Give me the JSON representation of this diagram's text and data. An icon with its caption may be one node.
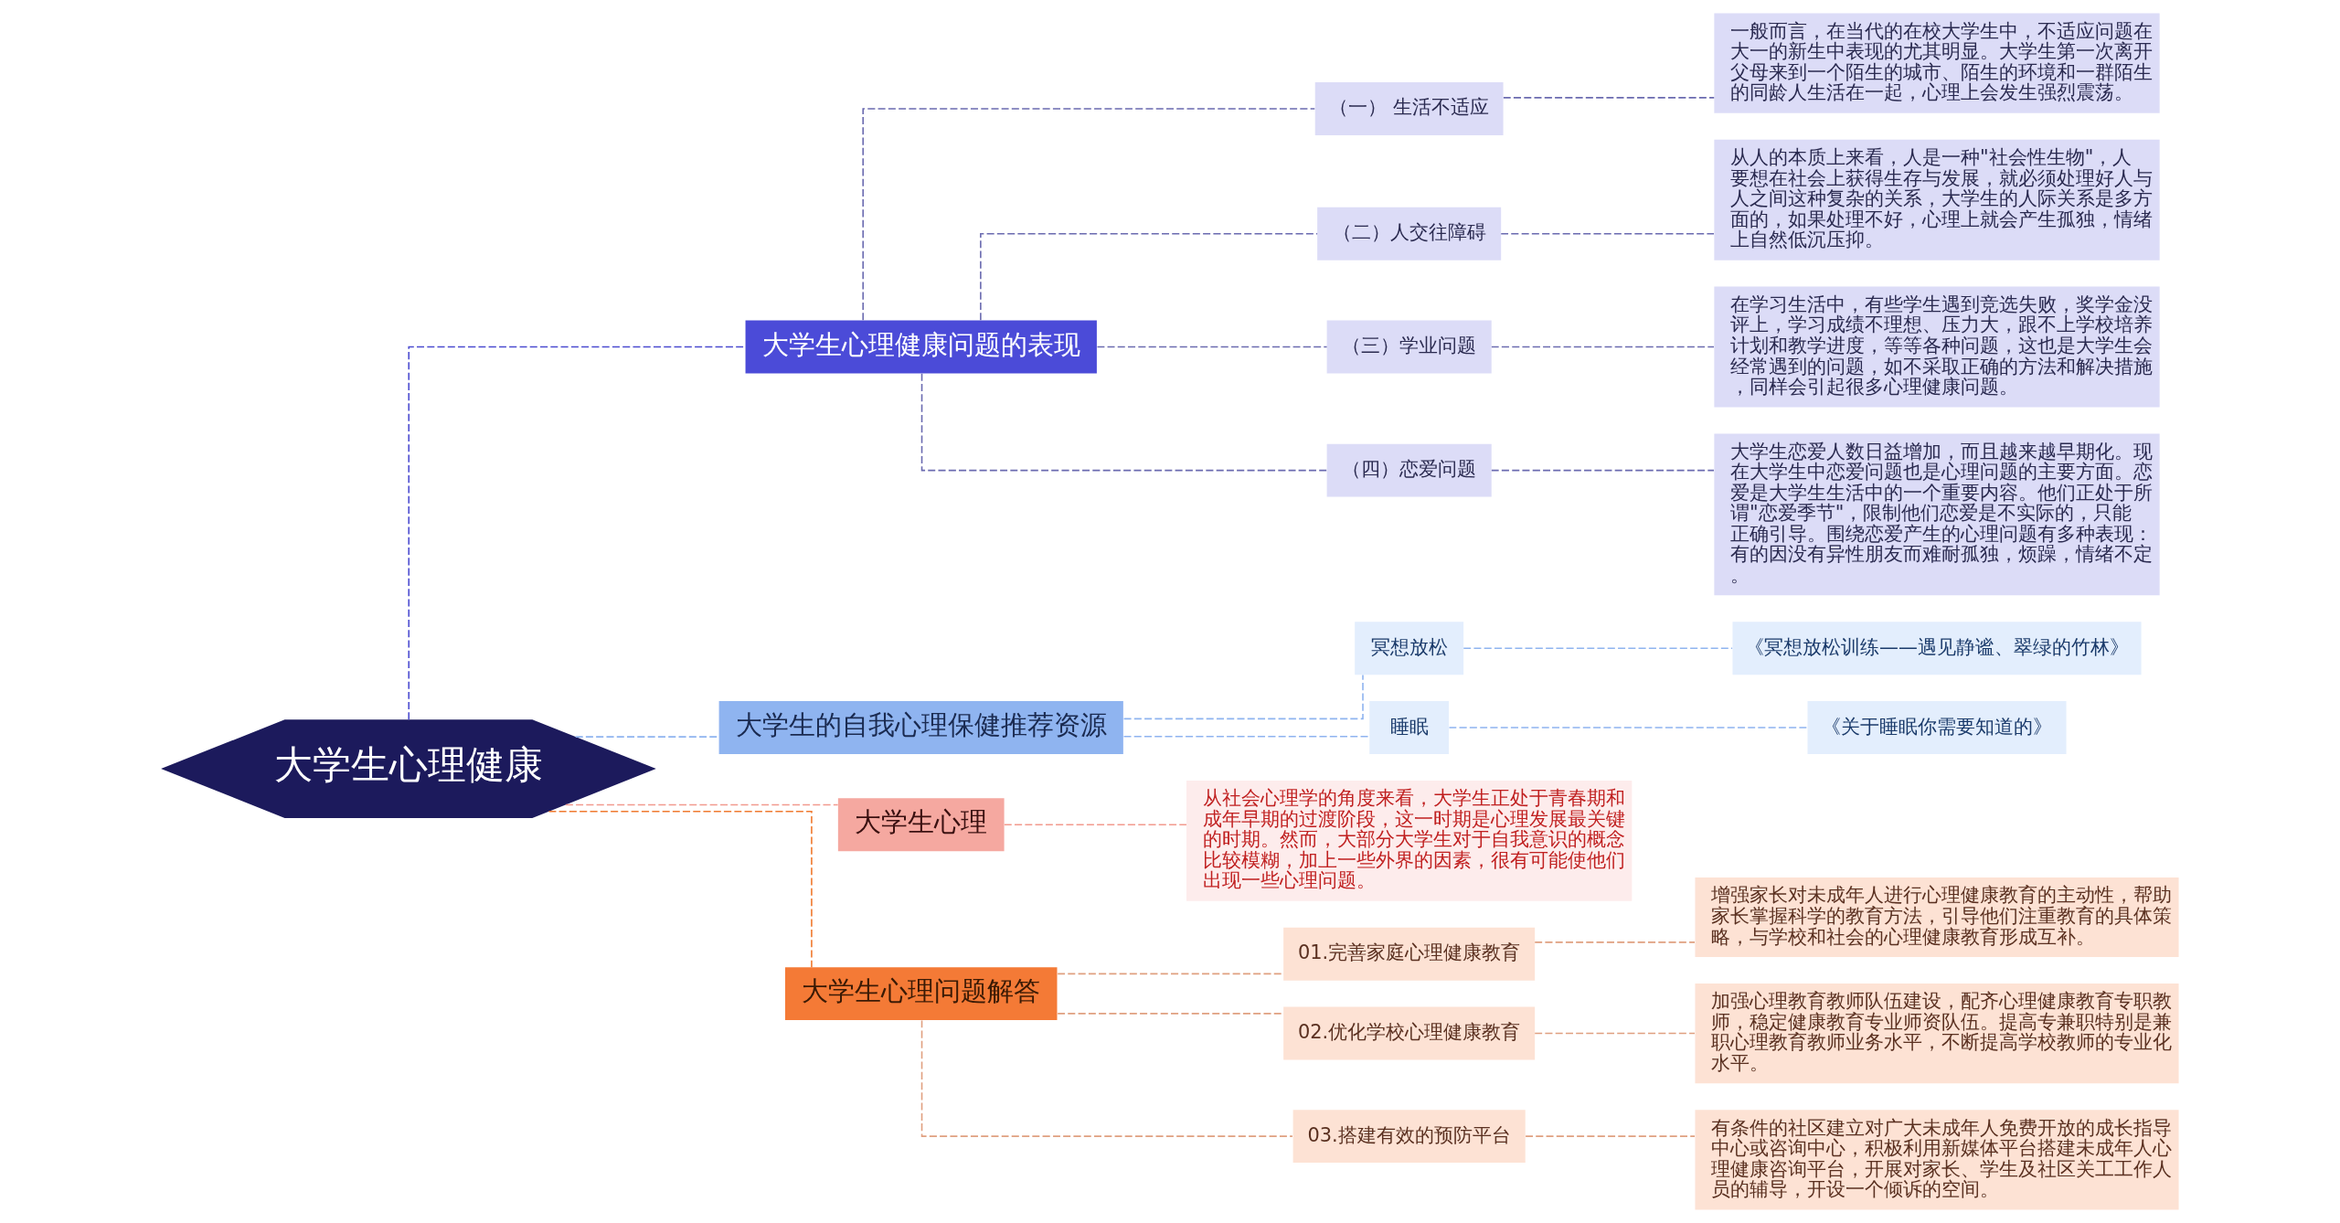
{
  "diagram": {
    "nodes": [
      {
        "text": [
          "大学生心理健康"
        ]
      },
      {
        "text": [
          "大学生心理健康问题的表现"
        ]
      },
      {
        "text": [
          "（一） 生活不适应"
        ]
      },
      {
        "text": [
          "一般而言，在当代的在校大学生中，不适应问题在大一的新生中表现的尤其明显。大学生第一次离开父母来到一个陌生的城市、陌生的环境和一群陌生的同龄人生活在一起，心理上会发生强烈震荡。"
        ]
      },
      {
        "text": [
          "（二）人交往障碍"
        ]
      },
      {
        "text": [
          "从人的本质上来看，人是一种\"社会性生物\"，人要想在社会上获得生存与发展，就必须处理好人与人之间这种复杂的关系，大学生的人际关系是多方面的，如果处理不好，心理上就会产生孤独，情绪上自然低沉压抑。"
        ]
      },
      {
        "text": [
          "（三）学业问题"
        ]
      },
      {
        "text": [
          "在学习生活中，有些学生遇到竞选失败，奖学金没评上，学习成绩不理想、压力大，跟不上学校培养计划和教学进度，等等各种问题，这也是大学生会经常遇到的问题，如不采取正确的方法和解决措施，同样会引起很多心理健康问题。"
        ]
      },
      {
        "text": [
          "（四）恋爱问题"
        ]
      },
      {
        "text": [
          "大学生恋爱人数日益增加，而且越来越早期化。现在大学生中恋爱问题也是心理问题的主要方面。恋爱是大学生生活中的一个重要内容。他们正处于所谓\"恋爱季节\"，限制他们恋爱是不实际的，只能正确引导。围绕恋爱产生的心理问题有多种表现：有的因没有异性朋友而难耐孤独，烦躁，情绪不定。"
        ]
      },
      {
        "text": [
          "大学生的自我心理保健推荐资源"
        ]
      },
      {
        "text": [
          "冥想放松"
        ]
      },
      {
        "text": [
          "《冥想放松训练——遇见静谧、翠绿的竹林》"
        ]
      },
      {
        "text": [
          "睡眠"
        ]
      },
      {
        "text": [
          "《关于睡眠你需要知道的》"
        ]
      },
      {
        "text": [
          "大学生心理"
        ]
      },
      {
        "text": [
          "从社会心理学的角度来看，大学生正处于青春期和成年早期的过渡阶段，这一时期是心理发展最关键的时期。然而，大部分大学生对于自我意识的概念比较模糊，加上一些外界的因素，很有可能使他们出现一些心理问题。"
        ]
      },
      {
        "text": [
          "大学生心理问题解答"
        ]
      },
      {
        "text": [
          "01.完善家庭心理健康教育"
        ]
      },
      {
        "text": [
          "增强家长对未成年人进行心理健康教育的主动性，帮助家长掌握科学的教育方法，引导他们注重教育的具体策略，与学校和社会的心理健康教育形成互补。"
        ]
      },
      {
        "text": [
          "02.优化学校心理健康教育"
        ]
      },
      {
        "text": [
          "加强心理教育教师队伍建设，配齐心理健康教育专职教师，稳定健康教育专业师资队伍。提高专兼职特别是兼职心理教育教师业务水平，不断提高学校教师的专业化水平。"
        ]
      },
      {
        "text": [
          "03.搭建有效的预防平台"
        ]
      },
      {
        "text": [
          "有条件的社区建立对广大未成年人免费开放的成长指导中心或咨询中心，积极利用新媒体平台搭建未成年人心理健康咨询平台，开展对家长、学生及社区关工工作人员的辅导，开设一个倾诉的空间。"
        ]
      }
    ],
    "edges": [
      {
        "from": 0,
        "to": 1,
        "arrow": "none",
        "style": "dashed",
        "color": "#4b4bd0"
      },
      {
        "from": 1,
        "to": 2,
        "arrow": "none",
        "style": "dashed",
        "color": "#6b6bb0"
      },
      {
        "from": 2,
        "to": 3,
        "arrow": "none",
        "style": "dashed",
        "color": "#6b6bb0"
      },
      {
        "from": 1,
        "to": 4,
        "arrow": "none",
        "style": "dashed",
        "color": "#6b6bb0"
      },
      {
        "from": 4,
        "to": 5,
        "arrow": "none",
        "style": "dashed",
        "color": "#6b6bb0"
      },
      {
        "from": 1,
        "to": 6,
        "arrow": "none",
        "style": "dashed",
        "color": "#6b6bb0"
      },
      {
        "from": 6,
        "to": 7,
        "arrow": "none",
        "style": "dashed",
        "color": "#6b6bb0"
      },
      {
        "from": 1,
        "to": 8,
        "arrow": "none",
        "style": "dashed",
        "color": "#6b6bb0"
      },
      {
        "from": 8,
        "to": 9,
        "arrow": "none",
        "style": "dashed",
        "color": "#6b6bb0"
      },
      {
        "from": 0,
        "to": 10,
        "arrow": "none",
        "style": "dashed",
        "color": "#8fb4f0"
      },
      {
        "from": 10,
        "to": 11,
        "arrow": "none",
        "style": "dashed",
        "color": "#8fb4f0"
      },
      {
        "from": 11,
        "to": 12,
        "arrow": "none",
        "style": "dashed",
        "color": "#8fb4f0"
      },
      {
        "from": 10,
        "to": 13,
        "arrow": "none",
        "style": "dashed",
        "color": "#8fb4f0"
      },
      {
        "from": 13,
        "to": 14,
        "arrow": "none",
        "style": "dashed",
        "color": "#8fb4f0"
      },
      {
        "from": 0,
        "to": 15,
        "arrow": "none",
        "style": "dashed",
        "color": "#f29a8e"
      },
      {
        "from": 15,
        "to": 16,
        "arrow": "none",
        "style": "dashed",
        "color": "#f29a8e"
      },
      {
        "from": 0,
        "to": 17,
        "arrow": "none",
        "style": "dashed",
        "color": "#f07a30"
      },
      {
        "from": 17,
        "to": 18,
        "arrow": "none",
        "style": "dashed",
        "color": "#e0a080"
      },
      {
        "from": 18,
        "to": 19,
        "arrow": "none",
        "style": "dashed",
        "color": "#e0a080"
      },
      {
        "from": 17,
        "to": 20,
        "arrow": "none",
        "style": "dashed",
        "color": "#e0a080"
      },
      {
        "from": 20,
        "to": 21,
        "arrow": "none",
        "style": "dashed",
        "color": "#e0a080"
      },
      {
        "from": 17,
        "to": 22,
        "arrow": "none",
        "style": "dashed",
        "color": "#e0a080"
      },
      {
        "from": 22,
        "to": 23,
        "arrow": "none",
        "style": "dashed",
        "color": "#e0a080"
      }
    ]
  }
}
